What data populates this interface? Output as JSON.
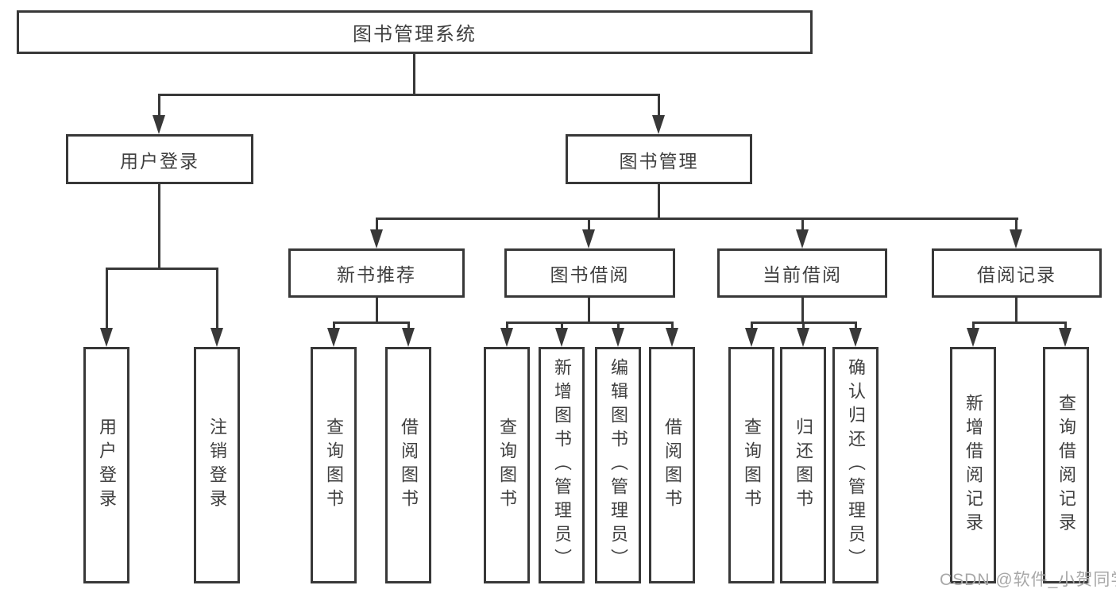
{
  "diagram": {
    "title": "图书管理系统",
    "colors": {
      "line": "#383838",
      "text": "#3f3f3f",
      "background": "#ffffff",
      "watermark": "#a8a8a8"
    },
    "tree": {
      "root": {
        "label": "图书管理系统"
      },
      "branches": [
        {
          "label": "用户登录",
          "children": [
            {
              "label": "用户登录"
            },
            {
              "label": "注销登录"
            }
          ]
        },
        {
          "label": "图书管理",
          "children": [
            {
              "label": "新书推荐",
              "children": [
                {
                  "label": "查询图书"
                },
                {
                  "label": "借阅图书"
                }
              ]
            },
            {
              "label": "图书借阅",
              "children": [
                {
                  "label": "查询图书"
                },
                {
                  "label": "新增图书（管理员）"
                },
                {
                  "label": "编辑图书（管理员）"
                },
                {
                  "label": "借阅图书"
                }
              ]
            },
            {
              "label": "当前借阅",
              "children": [
                {
                  "label": "查询图书"
                },
                {
                  "label": "归还图书"
                },
                {
                  "label": "确认归还（管理员）"
                }
              ]
            },
            {
              "label": "借阅记录",
              "children": [
                {
                  "label": "新增借阅记录"
                },
                {
                  "label": "查询借阅记录"
                }
              ]
            }
          ]
        }
      ]
    },
    "watermark": "CSDN @软件_小贺同学"
  }
}
